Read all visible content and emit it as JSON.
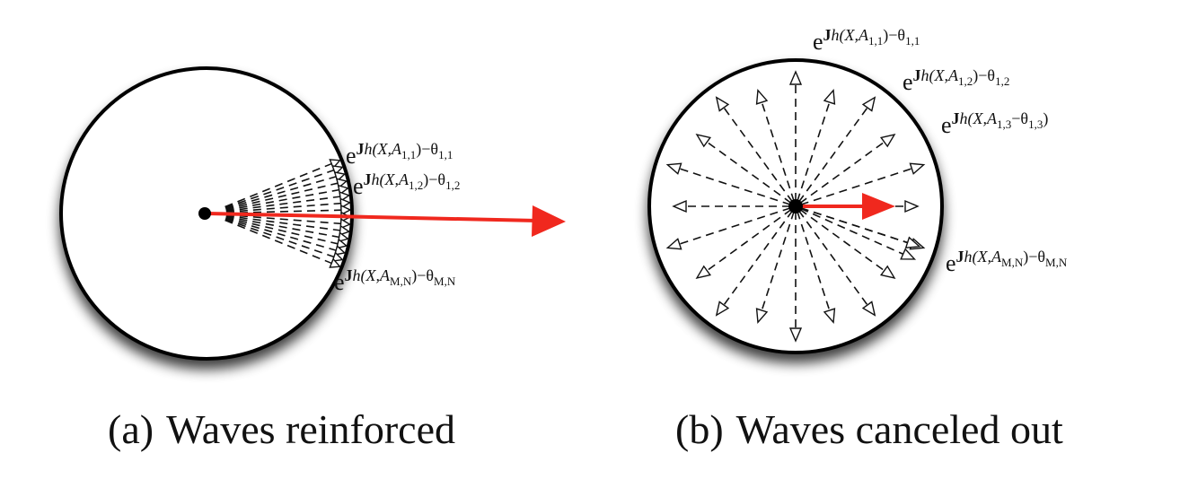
{
  "panels": [
    {
      "caption_label": "(a)",
      "caption_text": "Waves reinforced",
      "annotations": [
        {
          "exp_bold": "J",
          "exp_rest": "h(X,A",
          "sub": "1,1",
          "tail": ")−θ",
          "tail_sub": "1,1"
        },
        {
          "exp_bold": "J",
          "exp_rest": "h(X,A",
          "sub": "1,2",
          "tail": ")−θ",
          "tail_sub": "1,2"
        },
        {
          "exp_bold": "J",
          "exp_rest": "h(X,A",
          "sub": "M,N",
          "tail": ")−θ",
          "tail_sub": "M,N"
        }
      ]
    },
    {
      "caption_label": "(b)",
      "caption_text": "Waves canceled out",
      "annotations": [
        {
          "exp_bold": "J",
          "exp_rest": "h(X,A",
          "sub": "1,1",
          "tail": ")−θ",
          "tail_sub": "1,1"
        },
        {
          "exp_bold": "J",
          "exp_rest": "h(X,A",
          "sub": "1,2",
          "tail": ")−θ",
          "tail_sub": "1,2"
        },
        {
          "exp_bold": "J",
          "exp_rest": "h(X,A",
          "sub": "1,3",
          "tail": "−θ",
          "tail_sub": "1,3",
          "close": ")"
        },
        {
          "exp_bold": "J",
          "exp_rest": "h(X,A",
          "sub": "M,N",
          "tail": ")−θ",
          "tail_sub": "M,N"
        }
      ]
    }
  ],
  "base_symbol": "e",
  "colors": {
    "resultant_arrow": "#f0281e",
    "circle_stroke": "#000000",
    "wave_arrow": "#111111",
    "shadow": "#3a3a3a"
  },
  "icons": [
    "center-dot-icon",
    "wave-arrow-icon",
    "resultant-arrow-icon"
  ]
}
